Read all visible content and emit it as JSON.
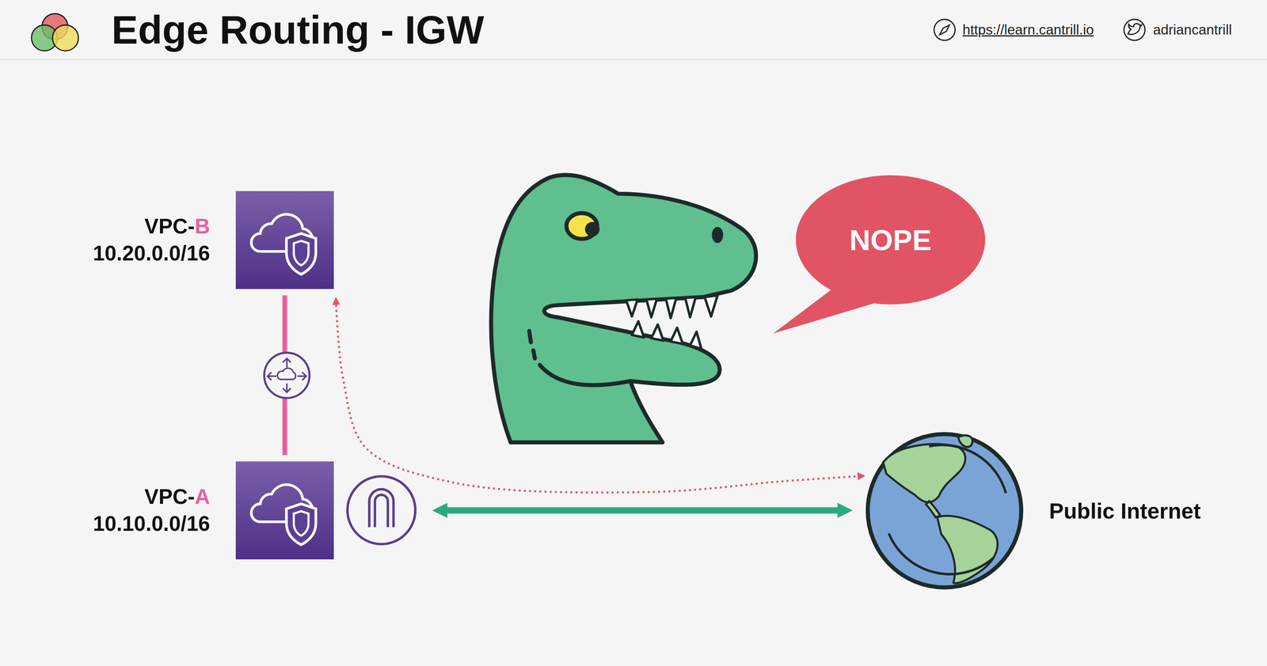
{
  "diagram": {
    "title": "Edge Routing - IGW",
    "nodes": [
      {
        "text": [
          "VPC-B",
          "10.20.0.0/16"
        ]
      },
      {
        "text": [
          "NOPE"
        ]
      },
      {
        "text": [
          "VPC-A",
          "10.10.0.0/16"
        ]
      },
      {
        "text": [
          "Public Internet"
        ]
      }
    ],
    "edges": [
      {
        "from": 0,
        "to": 2,
        "arrow": "none"
      },
      {
        "from": 2,
        "to": 3,
        "arrow": "both"
      },
      {
        "from": 0,
        "to": 3,
        "arrow": "both"
      }
    ],
    "labels": [
      "https://learn.cantrill.io",
      "adriancantrill"
    ]
  }
}
